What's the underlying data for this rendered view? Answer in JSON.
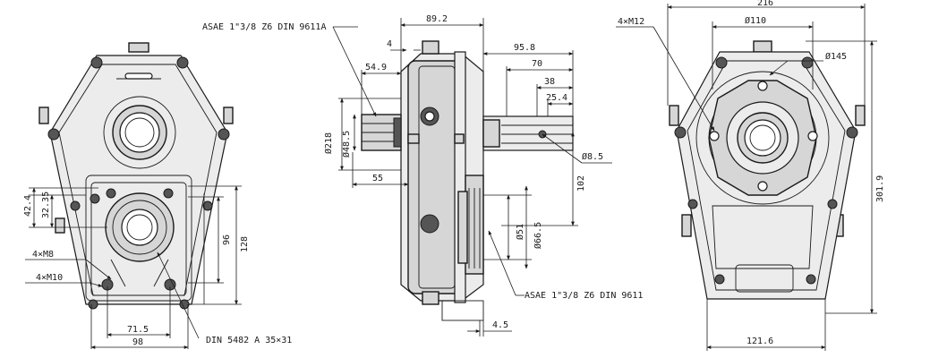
{
  "left_view": {
    "labels": {
      "d42_4": "42.4",
      "d32_35": "32.35",
      "m8": "4×M8",
      "m10": "4×M10",
      "d96": "96",
      "d128": "128",
      "d71_5": "71.5",
      "d98": "98",
      "din5482": "DIN 5482 A 35×31"
    }
  },
  "middle_view": {
    "labels": {
      "asae_top": "ASAE 1\"3/8 Z6 DIN 9611A",
      "d89_2": "89.2",
      "d4": "4",
      "d95_8": "95.8",
      "d54_9": "54.9",
      "d70": "70",
      "d38": "38",
      "d25_4": "25.4",
      "dia218": "Ø218",
      "dia48_5": "Ø48.5",
      "d55": "55",
      "dia8_5": "Ø8.5",
      "d102": "102",
      "dia51": "Ø51",
      "dia66_5": "Ø66.5",
      "asae_bottom": "ASAE 1\"3/8 Z6 DIN 9611",
      "d4_5": "4.5"
    }
  },
  "right_view": {
    "labels": {
      "d216": "216",
      "m12": "4×M12",
      "dia110": "Ø110",
      "dia145": "Ø145",
      "d301_9": "301.9",
      "d121_6": "121.6"
    }
  }
}
